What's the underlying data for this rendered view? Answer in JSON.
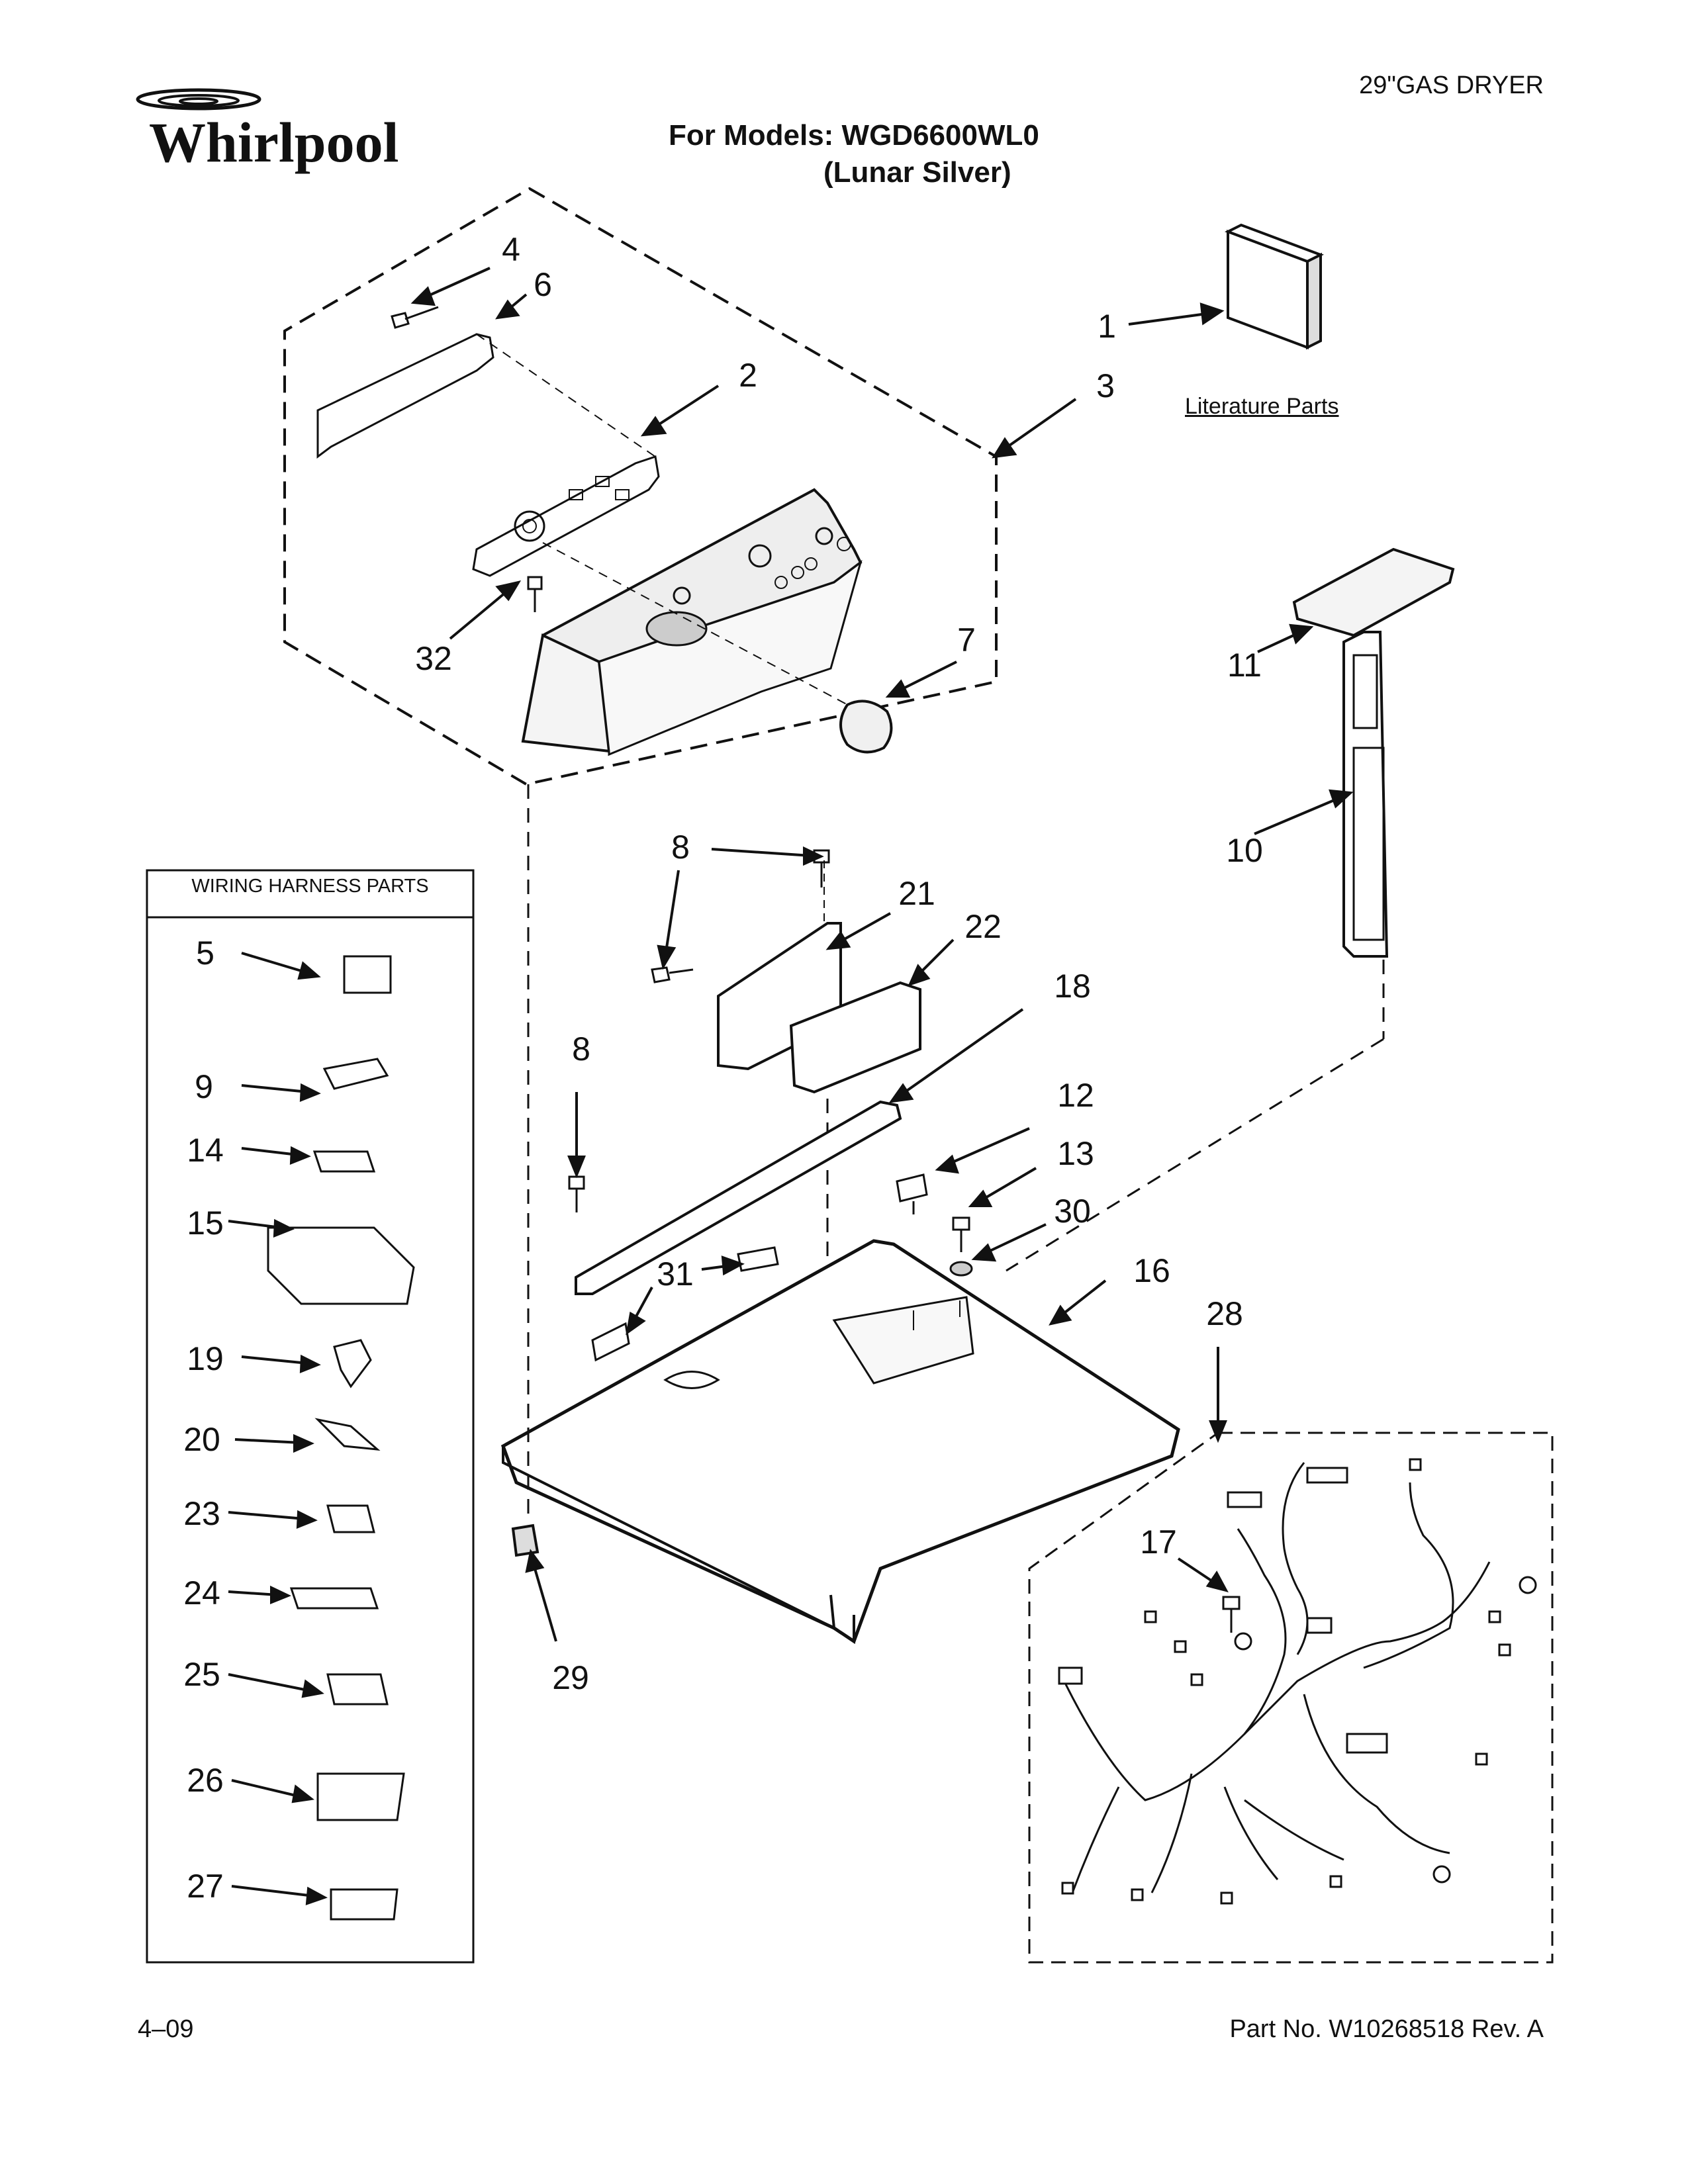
{
  "header": {
    "brand": "Whirlpool",
    "product": "29\"GAS DRYER",
    "models_label": "For Models: WGD6600WL0",
    "color_label": "(Lunar Silver)"
  },
  "literature": {
    "label": "Literature Parts"
  },
  "harness": {
    "title": "WIRING HARNESS PARTS"
  },
  "callouts": [
    "1",
    "2",
    "3",
    "4",
    "6",
    "7",
    "32",
    "11",
    "10",
    "8",
    "21",
    "22",
    "18",
    "8",
    "12",
    "13",
    "30",
    "31",
    "16",
    "28",
    "17",
    "29",
    "5",
    "9",
    "14",
    "15",
    "19",
    "20",
    "23",
    "24",
    "25",
    "26",
    "27"
  ],
  "footer": {
    "date": "4–09",
    "part_number": "Part No. W10268518 Rev. A"
  },
  "colors": {
    "ink": "#111111",
    "panel": "#eeeeee",
    "background": "#ffffff"
  }
}
